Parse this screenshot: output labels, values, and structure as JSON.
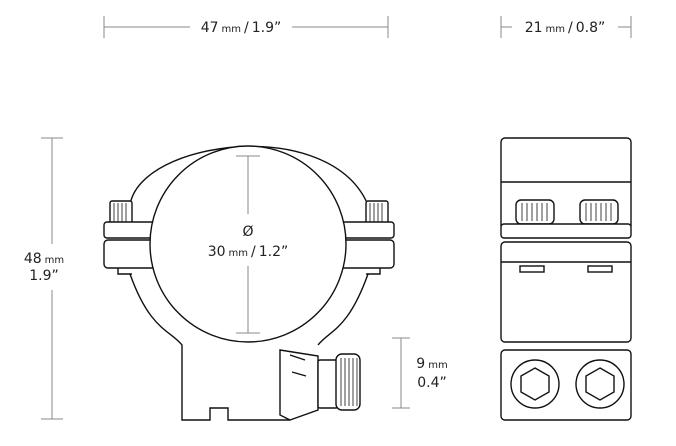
{
  "dimensions": {
    "width": {
      "value": "47",
      "unit": "mm",
      "imperial": "1.9”"
    },
    "depth": {
      "value": "21",
      "unit": "mm",
      "imperial": "0.8”"
    },
    "height": {
      "value": "48",
      "unit": "mm",
      "imperial": "1.9”"
    },
    "diameter": {
      "symbol": "Ø",
      "value": "30",
      "unit": "mm",
      "imperial": "1.2”"
    },
    "base_height": {
      "value": "9",
      "unit": "mm",
      "imperial": "0.4”"
    }
  },
  "separator": "/"
}
